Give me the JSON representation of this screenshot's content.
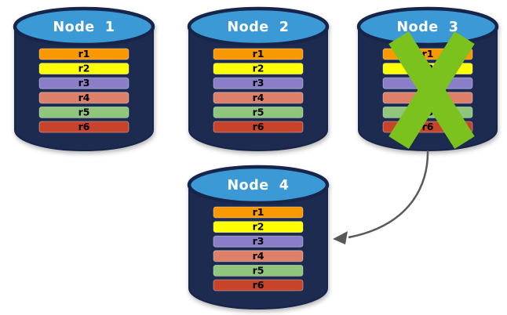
{
  "background": "#FFFFFF",
  "colors": {
    "cylinder_body": "#1C2B4F",
    "cylinder_outline": "#17254A",
    "cylinder_top": "#3B9AD6",
    "title_text": "#FFFFFF",
    "row_text": "#000000",
    "row_border": "#FFFFFF",
    "failure_x": "#7BC21E",
    "arrow": "#595959"
  },
  "nodes": [
    {
      "title": "Node  1",
      "failed": false,
      "rows": [
        {
          "label": "r1",
          "color": "#F89803"
        },
        {
          "label": "r2",
          "color": "#FFFF00"
        },
        {
          "label": "r3",
          "color": "#8A7EC8"
        },
        {
          "label": "r4",
          "color": "#DE8069"
        },
        {
          "label": "r5",
          "color": "#90C57E"
        },
        {
          "label": "r6",
          "color": "#C7432A"
        }
      ]
    },
    {
      "title": "Node  2",
      "failed": false,
      "rows": [
        {
          "label": "r1",
          "color": "#F89803"
        },
        {
          "label": "r2",
          "color": "#FFFF00"
        },
        {
          "label": "r3",
          "color": "#8A7EC8"
        },
        {
          "label": "r4",
          "color": "#DE8069"
        },
        {
          "label": "r5",
          "color": "#90C57E"
        },
        {
          "label": "r6",
          "color": "#C7432A"
        }
      ]
    },
    {
      "title": "Node  3",
      "failed": true,
      "rows": [
        {
          "label": "r1",
          "color": "#F89803"
        },
        {
          "label": "r2",
          "color": "#FFFF00"
        },
        {
          "label": "r3",
          "color": "#8A7EC8"
        },
        {
          "label": "r4",
          "color": "#DE8069"
        },
        {
          "label": "r5",
          "color": "#90C57E"
        },
        {
          "label": "r6",
          "color": "#C7432A"
        }
      ]
    },
    {
      "title": "Node  4",
      "failed": false,
      "rows": [
        {
          "label": "r1",
          "color": "#F89803"
        },
        {
          "label": "r2",
          "color": "#FFFF00"
        },
        {
          "label": "r3",
          "color": "#8A7EC8"
        },
        {
          "label": "r4",
          "color": "#DE8069"
        },
        {
          "label": "r5",
          "color": "#90C57E"
        },
        {
          "label": "r6",
          "color": "#C7432A"
        }
      ]
    }
  ],
  "icons": {
    "failure": "x-mark-icon",
    "transfer": "curved-arrow-icon"
  }
}
